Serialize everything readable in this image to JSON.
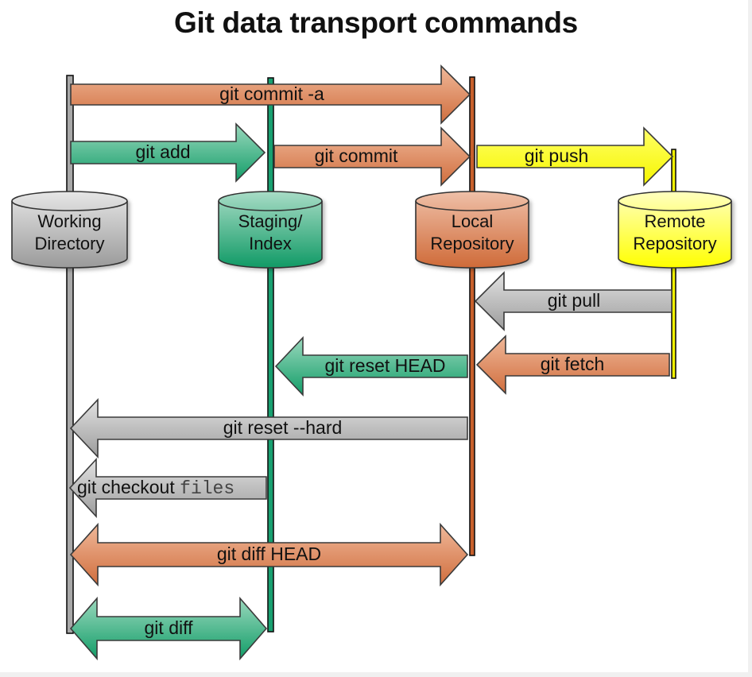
{
  "title": "Git data transport commands",
  "colors": {
    "working": "#b0b0b0",
    "staging": "#2aa577",
    "local": "#d87a4e",
    "remote": "#ffff33",
    "outline": "#404040"
  },
  "stores": [
    {
      "id": "working",
      "line1": "Working",
      "line2": "Directory",
      "color": "working"
    },
    {
      "id": "staging",
      "line1": "Staging/",
      "line2": "Index",
      "color": "staging"
    },
    {
      "id": "local",
      "line1": "Local",
      "line2": "Repository",
      "color": "local"
    },
    {
      "id": "remote",
      "line1": "Remote",
      "line2": "Repository",
      "color": "remote"
    }
  ],
  "commands": [
    {
      "id": "git-commit-a",
      "label": "git commit -a",
      "from": "working",
      "to": "local",
      "direction": "right",
      "color": "local"
    },
    {
      "id": "git-add",
      "label": "git add",
      "from": "working",
      "to": "staging",
      "direction": "right",
      "color": "staging"
    },
    {
      "id": "git-commit",
      "label": "git commit",
      "from": "staging",
      "to": "local",
      "direction": "right",
      "color": "local"
    },
    {
      "id": "git-push",
      "label": "git push",
      "from": "local",
      "to": "remote",
      "direction": "right",
      "color": "remote"
    },
    {
      "id": "git-pull",
      "label": "git pull",
      "from": "remote",
      "to": "local",
      "direction": "left",
      "color": "working"
    },
    {
      "id": "git-fetch",
      "label": "git fetch",
      "from": "remote",
      "to": "local",
      "direction": "left",
      "color": "local"
    },
    {
      "id": "git-reset-head",
      "label": "git reset HEAD",
      "from": "local",
      "to": "staging",
      "direction": "left",
      "color": "staging"
    },
    {
      "id": "git-reset-hard",
      "label": "git reset --hard",
      "from": "local",
      "to": "working",
      "direction": "left",
      "color": "working"
    },
    {
      "id": "git-checkout-files",
      "label": "git checkout ",
      "label_mono": "files",
      "from": "staging",
      "to": "working",
      "direction": "left",
      "color": "working"
    },
    {
      "id": "git-diff-head",
      "label": "git diff HEAD",
      "from": "working",
      "to": "local",
      "direction": "both",
      "color": "local"
    },
    {
      "id": "git-diff",
      "label": "git diff",
      "from": "working",
      "to": "staging",
      "direction": "both",
      "color": "staging"
    }
  ]
}
